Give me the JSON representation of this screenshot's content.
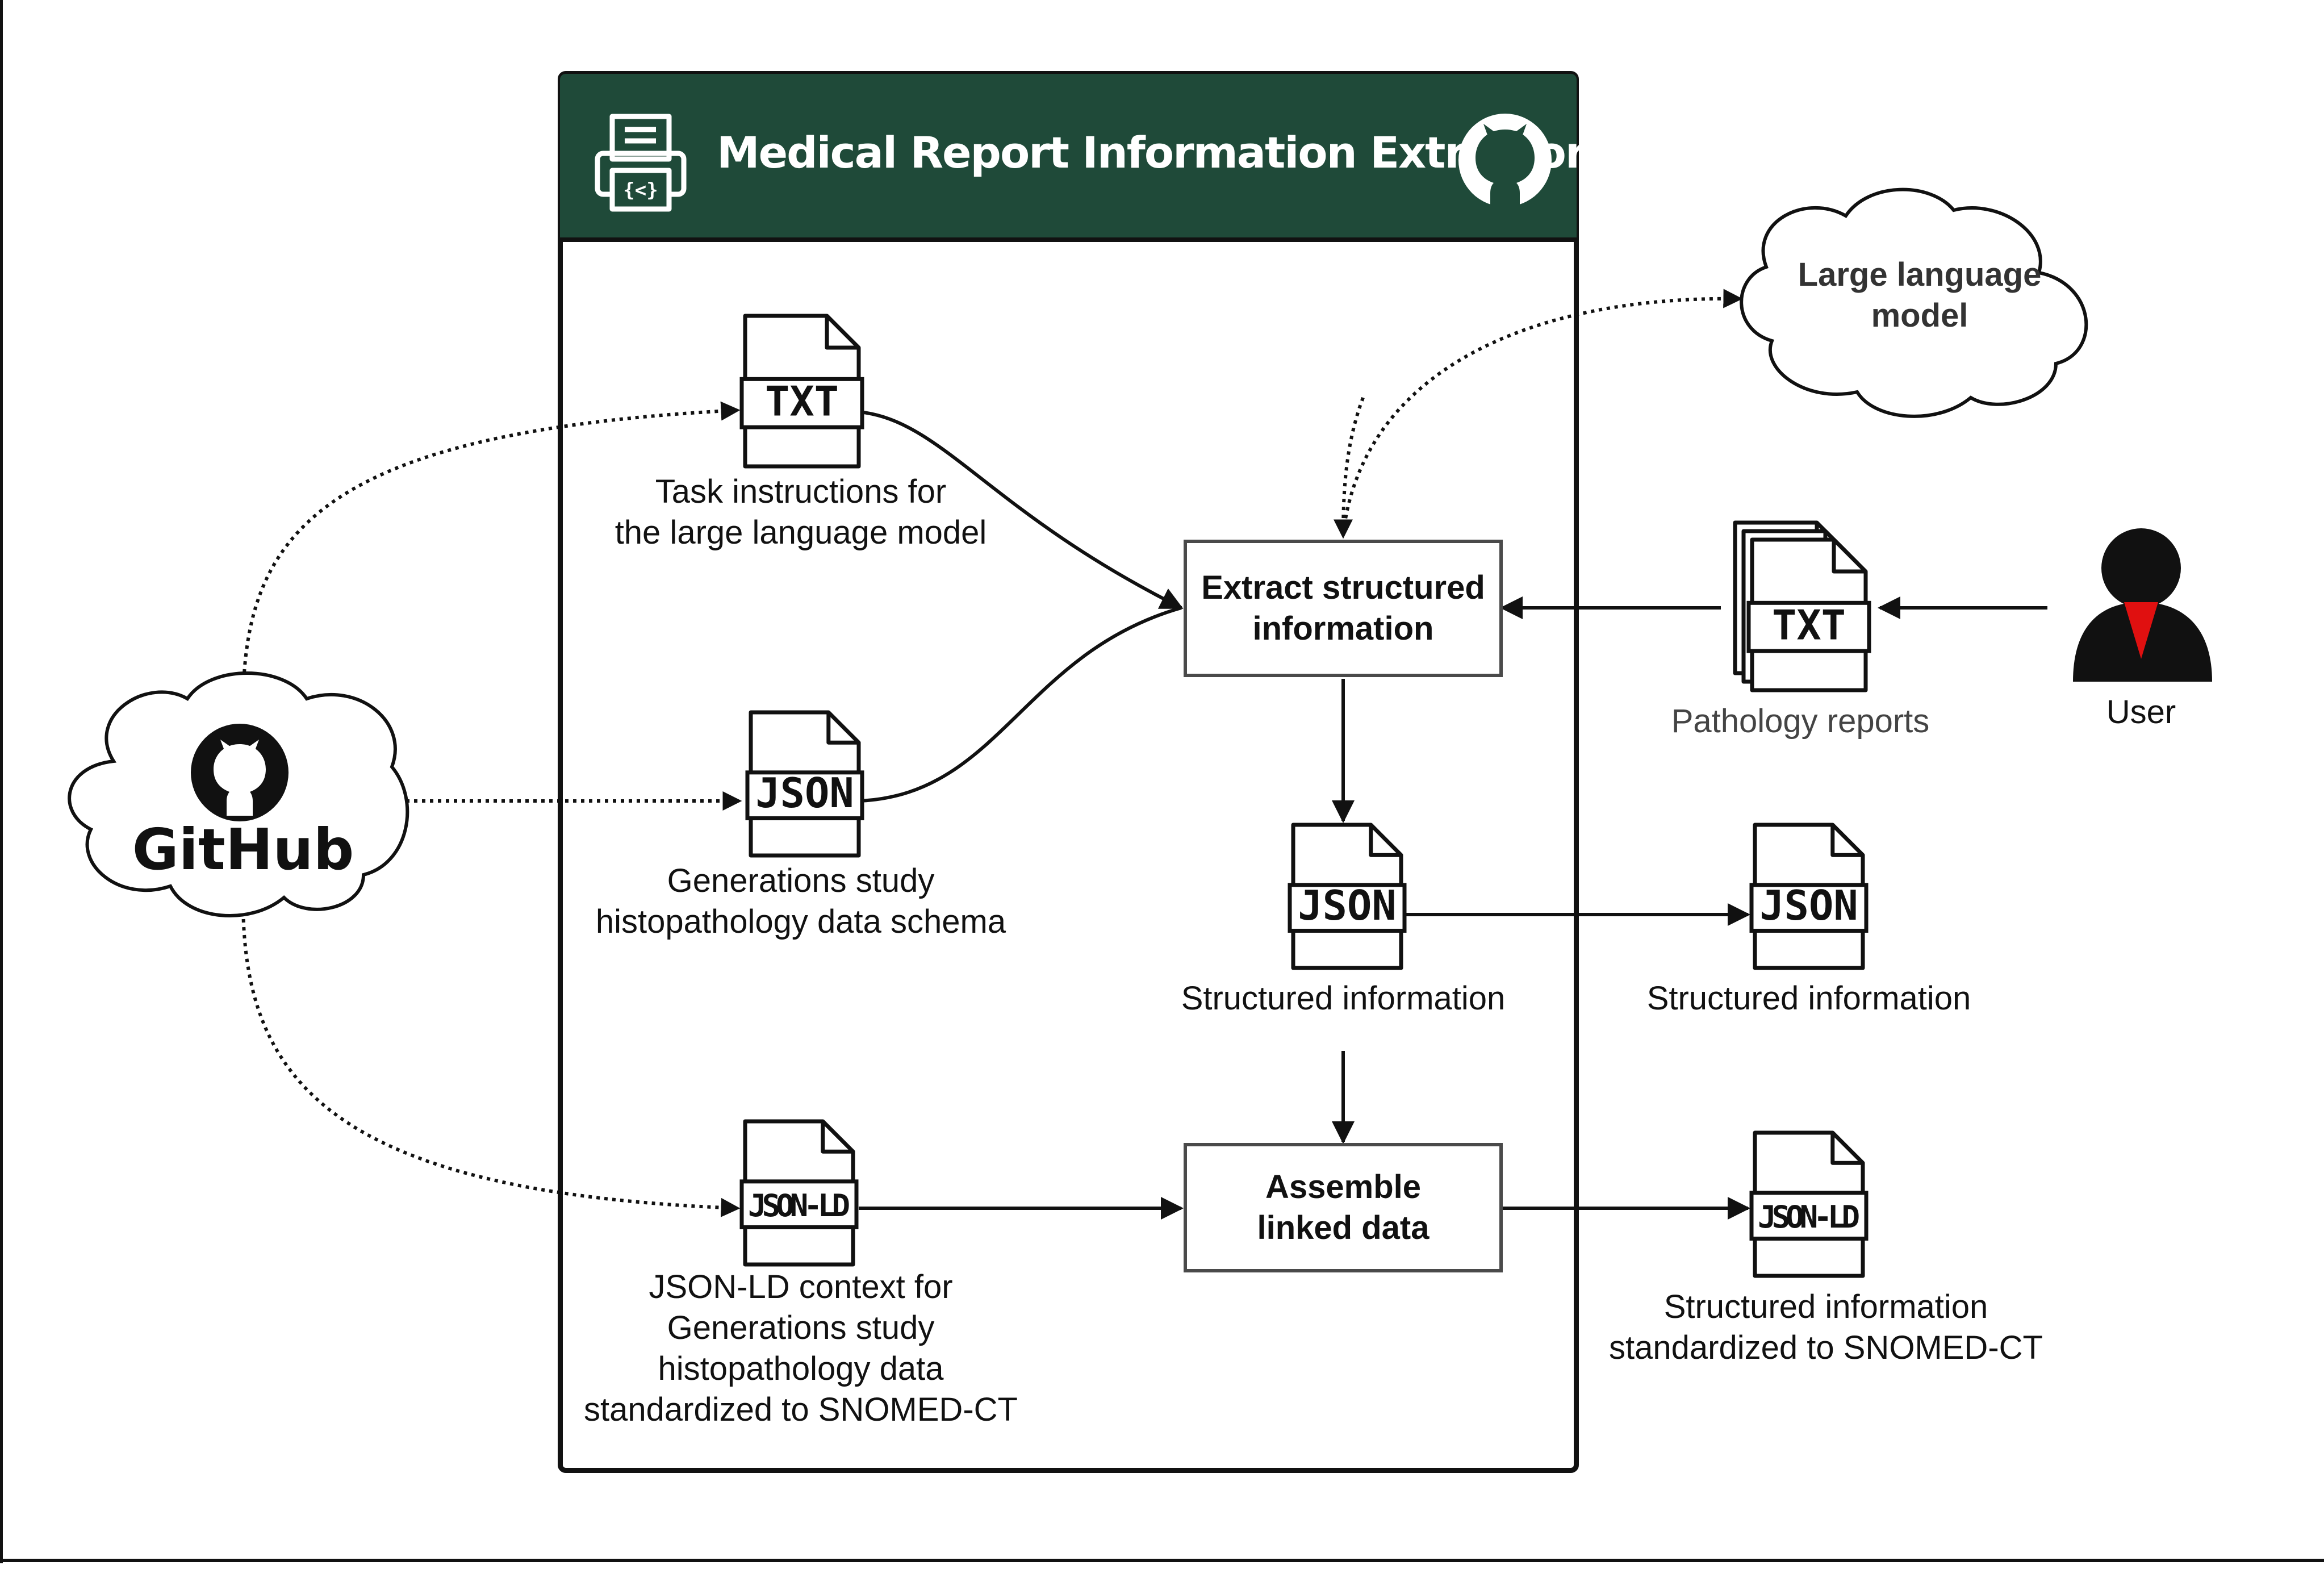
{
  "header": {
    "title": "Medical Report Information Extractor",
    "colors": {
      "bar": "#1f4a39",
      "text": "#ffffff"
    },
    "icons": [
      "printer-schema-icon",
      "github-octocat-icon"
    ]
  },
  "external": {
    "github_label": "GitHub",
    "llm_label": "Large language\nmodel",
    "user_label": "User",
    "user_icon_colors": {
      "body": "#111111",
      "tie": "#e01010"
    }
  },
  "inputs": {
    "txt_doc": {
      "type": "TXT",
      "caption": "Task instructions for\nthe large language model"
    },
    "json_doc": {
      "type": "JSON",
      "caption": "Generations study\nhistopathology data schema"
    },
    "jsonld_doc": {
      "type": "JSON-LD",
      "caption": "JSON-LD context for\nGenerations study\nhistopathology data\nstandardized to SNOMED-CT"
    }
  },
  "process": {
    "extract": "Extract structured\ninformation",
    "assemble": "Assemble\nlinked data"
  },
  "outputs": {
    "structured_inner": {
      "type": "JSON",
      "caption": "Structured information"
    },
    "structured_outer": {
      "type": "JSON",
      "caption": "Structured information"
    },
    "snomed": {
      "type": "JSON-LD",
      "caption": "Structured information\nstandardized to SNOMED-CT"
    }
  },
  "reports": {
    "type": "TXT",
    "caption": "Pathology reports"
  }
}
